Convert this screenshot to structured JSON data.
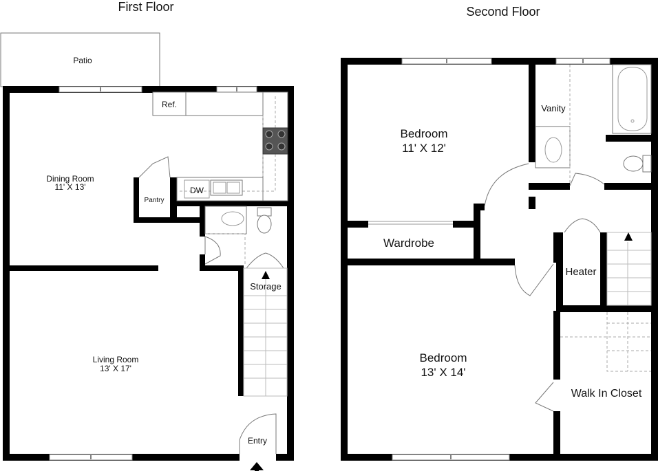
{
  "first_floor": {
    "title": "First Floor",
    "rooms": {
      "patio": "Patio",
      "ref": "Ref.",
      "dining_name": "Dining Room",
      "dining_size": "11' X 13'",
      "pantry": "Pantry",
      "dw": "DW",
      "storage": "Storage",
      "living_name": "Living Room",
      "living_size": "13' X 17'",
      "entry": "Entry"
    }
  },
  "second_floor": {
    "title": "Second Floor",
    "rooms": {
      "bedroom1_name": "Bedroom",
      "bedroom1_size": "11' X 12'",
      "vanity": "Vanity",
      "wardrobe": "Wardrobe",
      "heater": "Heater",
      "bedroom2_name": "Bedroom",
      "bedroom2_size": "13' X 14'",
      "walk_in_closet": "Walk In Closet"
    }
  }
}
